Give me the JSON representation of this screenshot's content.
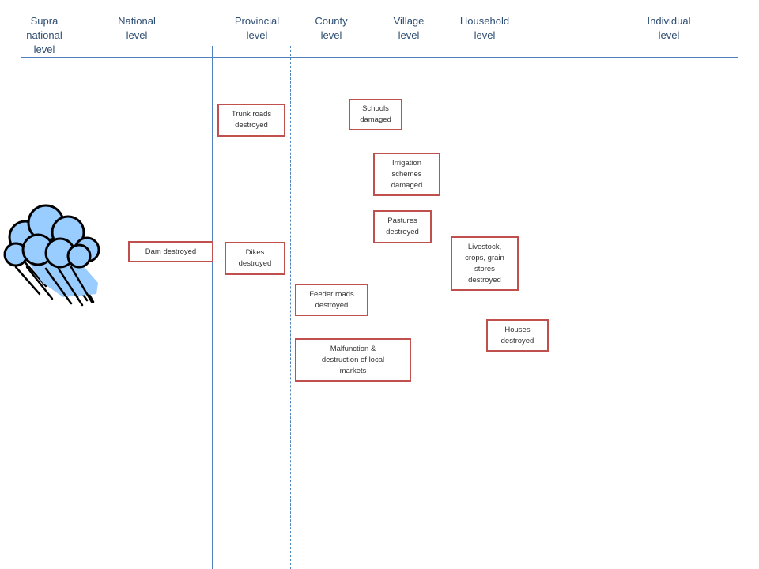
{
  "headers": [
    {
      "label": "Supra\nnational\nlevel"
    },
    {
      "label": "National\nlevel"
    },
    {
      "label": "Provincial\nlevel"
    },
    {
      "label": "County\nlevel"
    },
    {
      "label": "Village\nlevel"
    },
    {
      "label": "Household\nlevel"
    },
    {
      "label": "Individual\nlevel"
    }
  ],
  "impacts": {
    "trunk_roads": "Trunk roads\ndestroyed",
    "schools": "Schools\ndamaged",
    "irrigation": "Irrigation\nschemes\ndamaged",
    "pastures": "Pastures\ndestroyed",
    "dam": "Dam destroyed",
    "dikes": "Dikes\ndestroyed",
    "livestock": "Livestock,\ncrops, grain\nstores\ndestroyed",
    "feeder_roads": "Feeder roads\ndestroyed",
    "houses": "Houses\ndestroyed",
    "markets": "Malfunction &\ndestruction of local\nmarkets"
  },
  "colors": {
    "line": "#4f81bd",
    "box_border": "#c0504d",
    "header_text": "#2e4d73",
    "cloud_fill": "#99ccff"
  },
  "icons": {
    "storm": "storm-cloud-rain-icon"
  }
}
